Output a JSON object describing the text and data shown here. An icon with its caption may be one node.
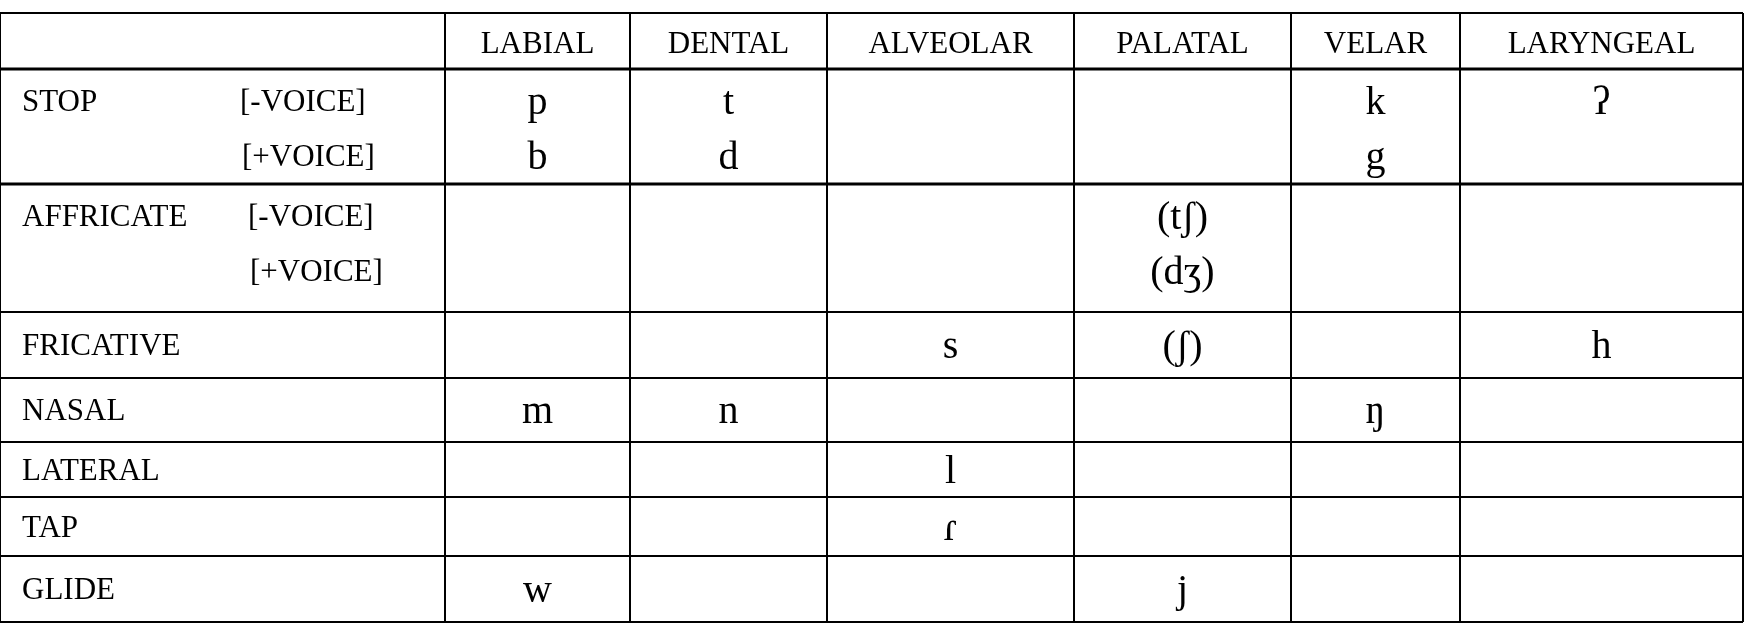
{
  "diagram": {
    "labels": [
      "LABIAL",
      "DENTAL",
      "ALVEOLAR",
      "PALATAL",
      "VELAR",
      "LARYNGEAL",
      "STOP",
      "[-VOICE]",
      "p",
      "t",
      "k",
      "ʔ",
      "[+VOICE]",
      "b",
      "d",
      "g",
      "AFFRICATE",
      "[-VOICE]",
      "(tʃ)",
      "[+VOICE]",
      "(dʒ)",
      "FRICATIVE",
      "s",
      "(ʃ)",
      "h",
      "NASAL",
      "m",
      "n",
      "ŋ",
      "LATERAL",
      "l",
      "TAP",
      "ɾ",
      "GLIDE",
      "w",
      "j"
    ]
  }
}
